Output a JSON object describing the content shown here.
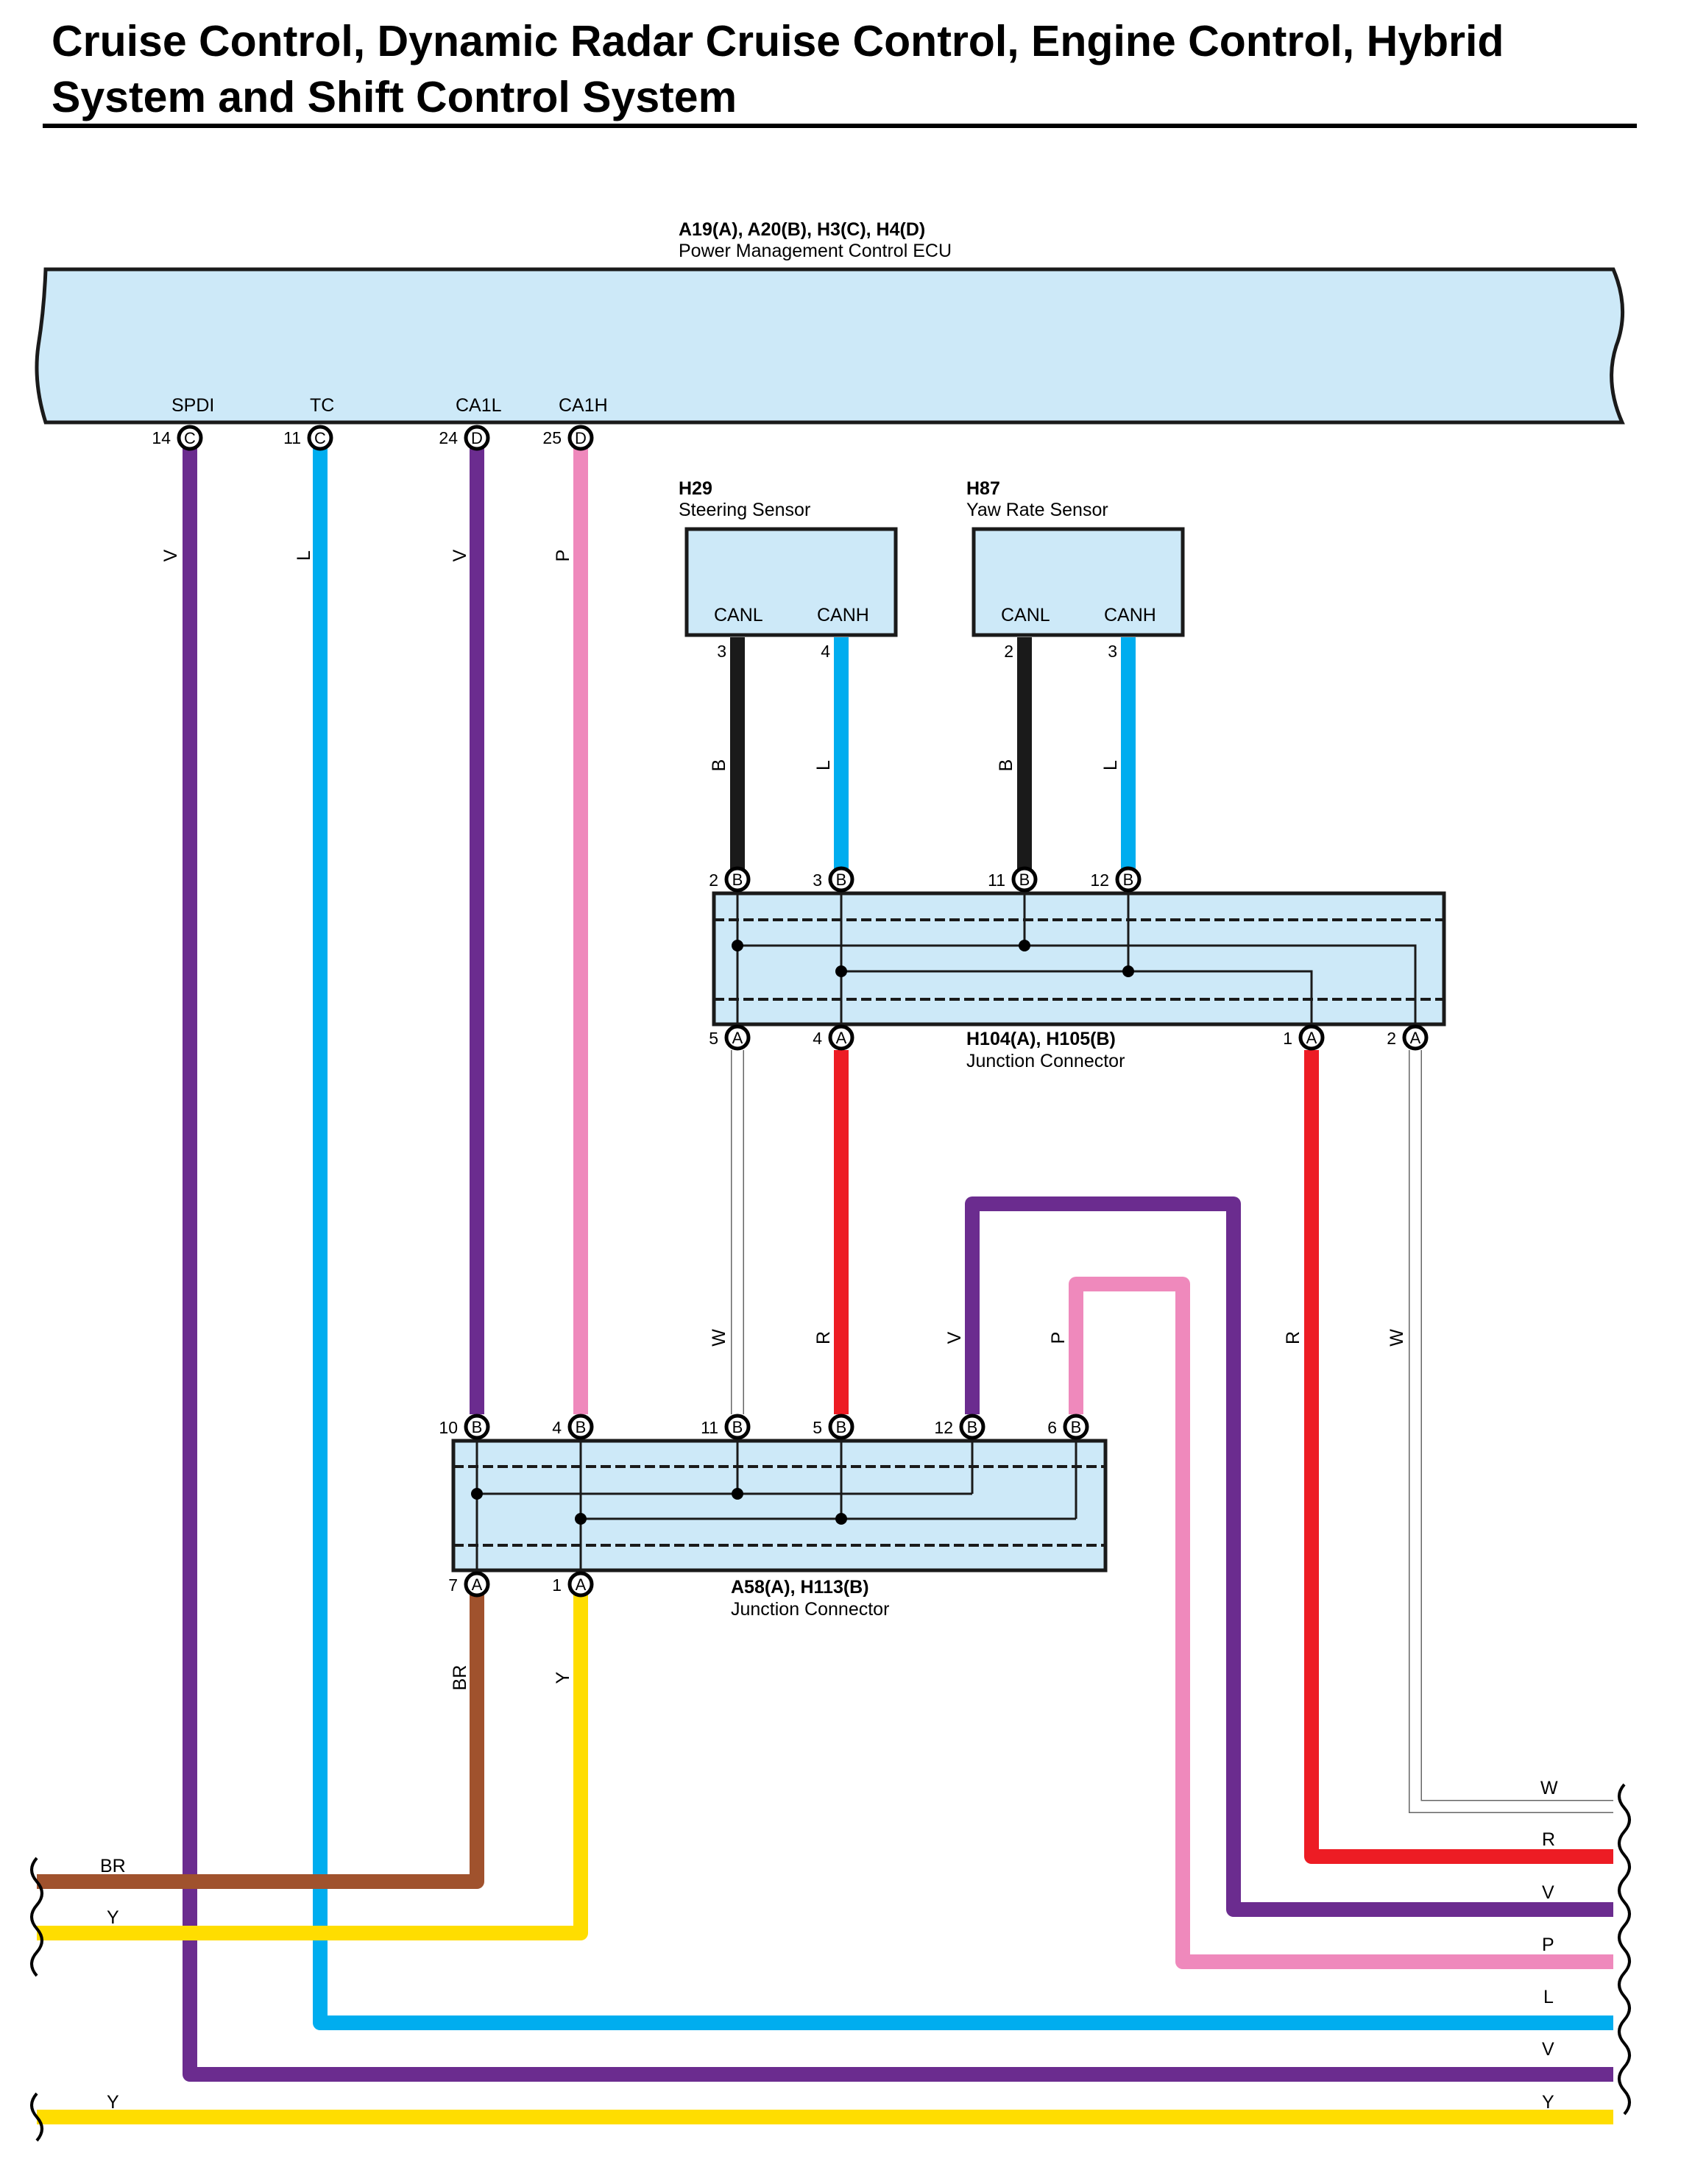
{
  "title": "Cruise Control, Dynamic Radar Cruise Control, Engine Control, Hybrid System and Shift Control System",
  "ecu": {
    "codes": "A19(A), A20(B), H3(C), H4(D)",
    "name": "Power Management Control ECU",
    "terminals": [
      {
        "name": "SPDI",
        "pin": "14",
        "conn": "C",
        "color_code": "V"
      },
      {
        "name": "TC",
        "pin": "11",
        "conn": "C",
        "color_code": "L"
      },
      {
        "name": "CA1L",
        "pin": "24",
        "conn": "D",
        "color_code": "V"
      },
      {
        "name": "CA1H",
        "pin": "25",
        "conn": "D",
        "color_code": "P"
      }
    ]
  },
  "steering_sensor": {
    "code": "H29",
    "name": "Steering Sensor",
    "terminals": [
      {
        "name": "CANL",
        "pin": "3",
        "color_code": "B"
      },
      {
        "name": "CANH",
        "pin": "4",
        "color_code": "L"
      }
    ]
  },
  "yaw_sensor": {
    "code": "H87",
    "name": "Yaw Rate Sensor",
    "terminals": [
      {
        "name": "CANL",
        "pin": "2",
        "color_code": "B"
      },
      {
        "name": "CANH",
        "pin": "3",
        "color_code": "L"
      }
    ]
  },
  "junction_upper": {
    "codes": "H104(A), H105(B)",
    "name": "Junction Connector",
    "top_pins": [
      {
        "pin": "2",
        "conn": "B"
      },
      {
        "pin": "3",
        "conn": "B"
      },
      {
        "pin": "11",
        "conn": "B"
      },
      {
        "pin": "12",
        "conn": "B"
      }
    ],
    "bottom_pins": [
      {
        "pin": "5",
        "conn": "A"
      },
      {
        "pin": "4",
        "conn": "A"
      },
      {
        "pin": "1",
        "conn": "A"
      },
      {
        "pin": "2",
        "conn": "A"
      }
    ]
  },
  "junction_lower": {
    "codes": "A58(A), H113(B)",
    "name": "Junction Connector",
    "top_pins": [
      {
        "pin": "10",
        "conn": "B"
      },
      {
        "pin": "4",
        "conn": "B"
      },
      {
        "pin": "11",
        "conn": "B"
      },
      {
        "pin": "5",
        "conn": "B"
      },
      {
        "pin": "12",
        "conn": "B"
      },
      {
        "pin": "6",
        "conn": "B"
      }
    ],
    "bottom_pins": [
      {
        "pin": "7",
        "conn": "A"
      },
      {
        "pin": "1",
        "conn": "A"
      }
    ]
  },
  "wire_codes": {
    "mid": [
      "W",
      "R",
      "V",
      "P",
      "R",
      "W"
    ],
    "lower": [
      "BR",
      "Y"
    ]
  },
  "right_exits": [
    "W",
    "R",
    "V",
    "P",
    "L",
    "V",
    "Y"
  ],
  "left_exits": [
    "BR",
    "Y",
    "Y"
  ],
  "colors": {
    "V": "#6b2c8f",
    "L": "#00adef",
    "P": "#ef89bc",
    "B": "#1a1a1a",
    "R": "#ed1c24",
    "W": "#ffffff",
    "BR": "#a0522d",
    "Y": "#ffdd00",
    "module_fill": "#cde9f8"
  }
}
